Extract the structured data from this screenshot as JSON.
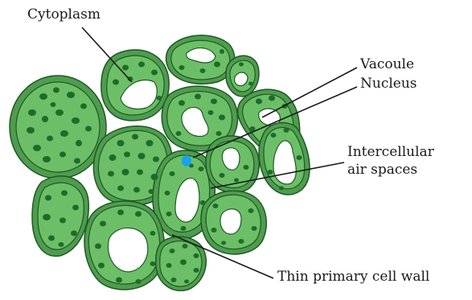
{
  "labels": {
    "cytoplasm": "Cytoplasm",
    "vacuole": "Vacoule",
    "nucleus": "Nucleus",
    "intercellular_line1": "Intercellular",
    "intercellular_line2": "air spaces",
    "cell_wall": "Thin primary cell wall"
  },
  "colors": {
    "cell_wall": "#4f9c4f",
    "cytoplasm": "#6cbf67",
    "chloroplast": "#1f6b2a",
    "vacuole": "#ffffff",
    "outline": "#1e5a24",
    "nucleus": "#1aa3e8",
    "leader_line": "#1a1a1a"
  }
}
